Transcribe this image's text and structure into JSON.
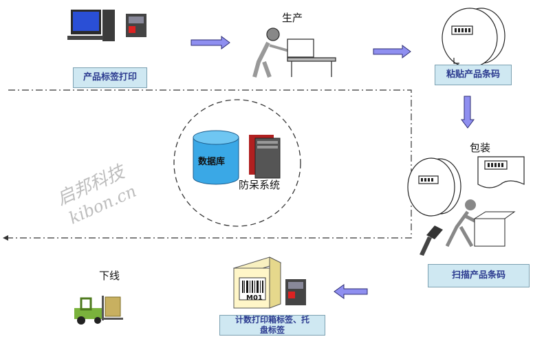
{
  "colors": {
    "arrow_fill": "#8f8ff0",
    "label_box": "#cfe8f2",
    "label_text": "#2b3a8f",
    "database": "#3aa8e6"
  },
  "steps": {
    "print_label": "产品标签打印",
    "production": "生产",
    "attach_barcode": "粘贴产品条码",
    "packing": "包装",
    "scan_barcode": "扫描产品条码",
    "count_print_l1": "计数打印箱标签、托",
    "count_print_l2": "盘标签",
    "offline": "下线"
  },
  "center": {
    "database": "数据库",
    "anti_system": "防呆系统"
  },
  "box_label": "M01",
  "watermark": {
    "cn": "启邦科技",
    "en": "kibon.cn"
  }
}
